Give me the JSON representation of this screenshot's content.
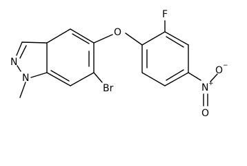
{
  "molecule": {
    "atoms": {
      "N_ring": "N",
      "N_methyl": "N",
      "Br": "Br",
      "O_ether": "O",
      "F": "F",
      "N_nitro": "N",
      "N_nitro_charge": "+",
      "O_nitro_top": "O",
      "O_nitro_top_charge": "−",
      "O_nitro_bottom": "O"
    }
  }
}
